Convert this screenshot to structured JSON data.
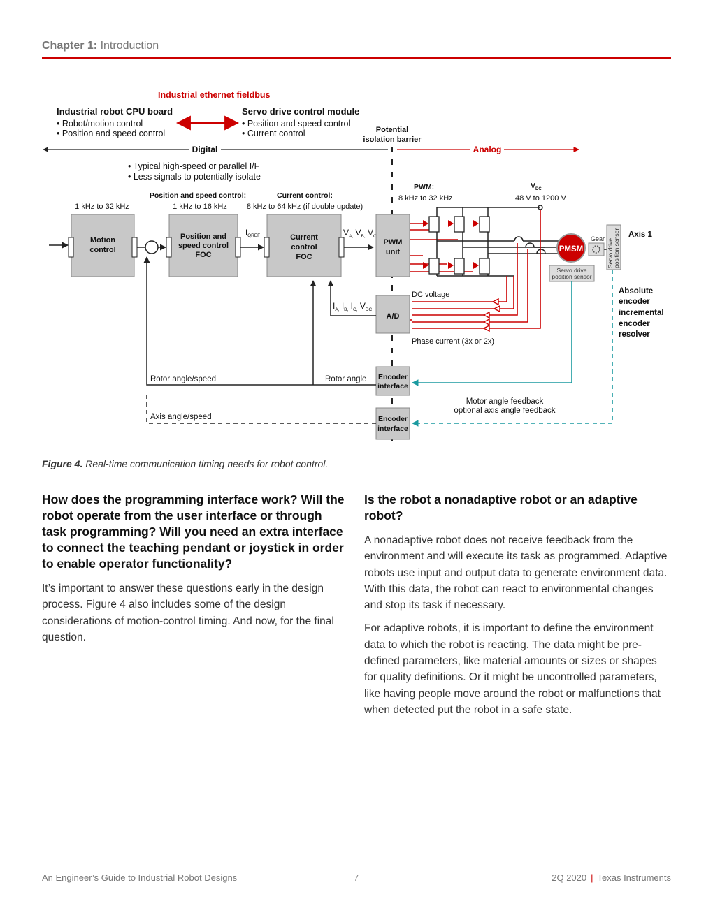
{
  "header": {
    "chapter_label": "Chapter 1:",
    "chapter_title": "Introduction"
  },
  "figure": {
    "fieldbus": "Industrial ethernet fieldbus",
    "cpu_title": "Industrial robot CPU board",
    "cpu_items": [
      "• Robot/motion control",
      "• Position and speed control"
    ],
    "servo_title": "Servo drive control module",
    "servo_items": [
      "• Position and speed control",
      "• Current control"
    ],
    "barrier": [
      "Potential",
      "isolation barrier"
    ],
    "digital": "Digital",
    "analog": "Analog",
    "interface_notes": [
      "• Typical high-speed or parallel I/F",
      "• Less signals to potentially isolate"
    ],
    "freq_motion": "1 kHz to 32 kHz",
    "pos_speed_label": "Position and speed control:",
    "freq_pos": "1 kHz to 16 kHz",
    "current_label": "Current control:",
    "freq_current": "8 kHz to 64 kHz (if double update)",
    "pwm_label": "PWM:",
    "freq_pwm": "8 kHz to 32 kHz",
    "vdc_label": "V",
    "vdc_sub": "DC",
    "vdc_range": "48 V to 1200 V",
    "motion_block": [
      "Motion",
      "control"
    ],
    "pos_block": [
      "Position and",
      "speed control",
      "FOC"
    ],
    "current_block": [
      "Current",
      "control",
      "FOC"
    ],
    "pwm_block": [
      "PWM",
      "unit"
    ],
    "ad_block": "A/D",
    "iqref": "I",
    "iqref_sub": "QREF",
    "vabc": "V",
    "feedback_i": "I",
    "dc_voltage": "DC voltage",
    "phase_current": "Phase current (3x or 2x)",
    "pmsm": "PMSM",
    "gear": "Gear",
    "servo_sensor": [
      "Servo drive",
      "position sensor"
    ],
    "servo_sensor_vertical": [
      "Servo drive",
      "position sensor"
    ],
    "axis": "Axis 1",
    "encoder_types": [
      "Absolute",
      "encoder",
      "incremental",
      "encoder",
      "resolver"
    ],
    "encoder_block": [
      "Encoder",
      "interface"
    ],
    "rotor_angle_speed": "Rotor angle/speed",
    "rotor_angle": "Rotor angle",
    "axis_angle_speed": "Axis angle/speed",
    "motor_feedback": [
      "Motor angle feedback",
      "optional axis angle feedback"
    ]
  },
  "caption": {
    "label": "Figure 4.",
    "text": " Real-time communication timing needs for robot control."
  },
  "left_col": {
    "heading": "How does the programming interface work? Will the robot operate from the user interface or through task programming? Will you need an extra interface to connect the teaching pendant or joystick in order to enable operator functionality?",
    "para1": "It’s important to answer these questions early in the design process. Figure 4 also includes some of the design considerations of motion-control timing. And now, for the final question."
  },
  "right_col": {
    "heading": "Is the robot a nonadaptive robot or an adaptive robot?",
    "para1": "A nonadaptive robot does not receive feedback from the environment and will execute its task as programmed. Adaptive robots use input and output data to generate environment data. With this data, the robot can react to environmental changes and stop its task if necessary.",
    "para2": "For adaptive robots, it is important to define the environment data to which the robot is reacting. The data might be pre-defined parameters, like material amounts or sizes or shapes for quality definitions. Or it might be uncontrolled parameters, like having people move around the robot or malfunctions that when detected put the robot in a safe state."
  },
  "footer": {
    "left": "An Engineer’s Guide to Industrial Robot Designs",
    "page": "7",
    "date": "2Q 2020",
    "company": "Texas Instruments"
  },
  "colors": {
    "accent": "#cc0000",
    "teal": "#1a9aa0",
    "block": "#c8c8c8"
  }
}
